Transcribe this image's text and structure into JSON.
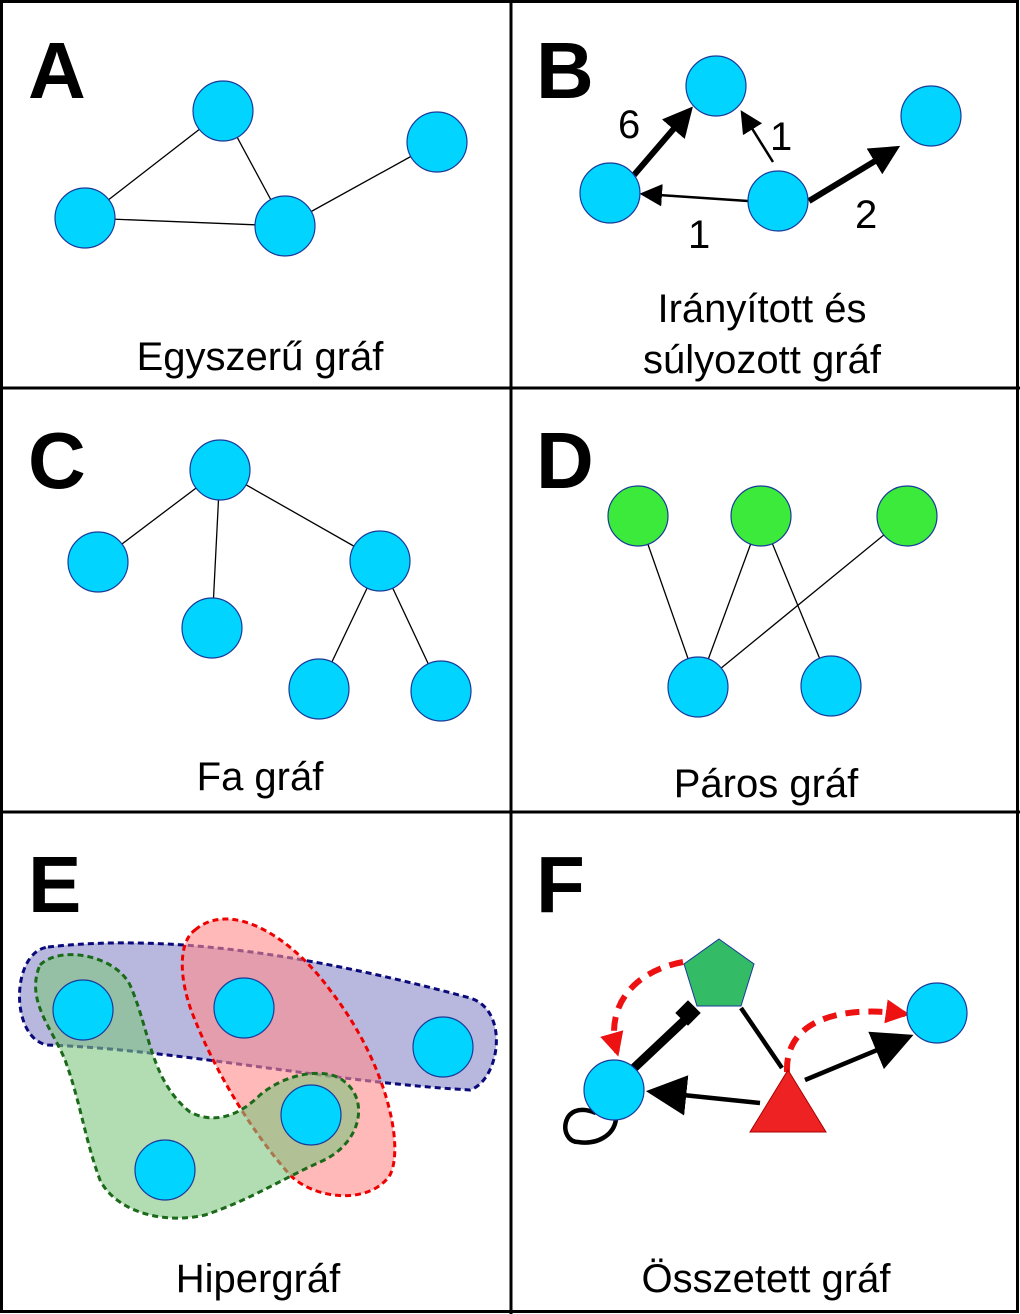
{
  "panels": [
    {
      "letter": "A",
      "caption": "Egyszerű gráf"
    },
    {
      "letter": "B",
      "caption_line1": "Irányított és",
      "caption_line2": "súlyozott gráf"
    },
    {
      "letter": "C",
      "caption": "Fa gráf"
    },
    {
      "letter": "D",
      "caption": "Páros gráf"
    },
    {
      "letter": "E",
      "caption": "Hipergráf"
    },
    {
      "letter": "F",
      "caption": "Összetett gráf"
    }
  ],
  "weights": {
    "top_left": "6",
    "top_right": "1",
    "bottom": "1",
    "right": "2"
  },
  "colors": {
    "node": "#00d4ff",
    "bipartite_node": "#3bea3b",
    "hyperedge_blue": "#9a9ad0",
    "hyperedge_red": "#ff8a8a",
    "hyperedge_green": "#7fc47f",
    "pentagon": "#33bb66",
    "triangle": "#ee2222",
    "dashed_arrow": "#ee1111"
  }
}
